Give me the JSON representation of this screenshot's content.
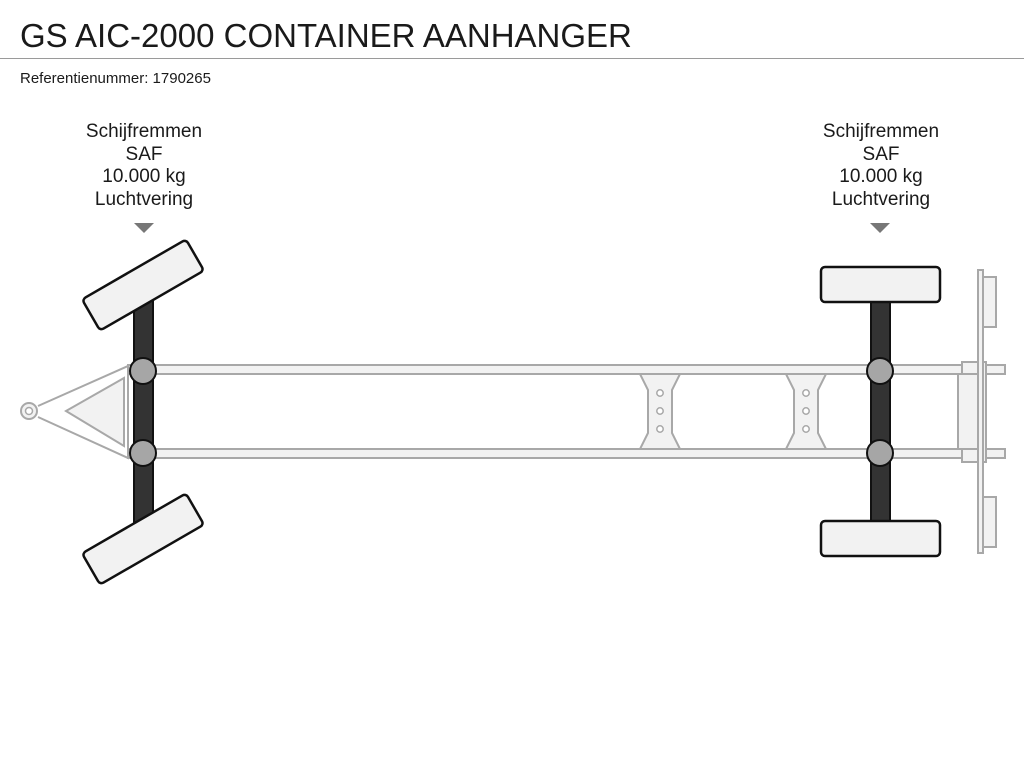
{
  "header": {
    "title": "GS AIC-2000 CONTAINER AANHANGER",
    "reference_label": "Referentienummer: 1790265"
  },
  "axles": [
    {
      "brakes": "Schijfremmen",
      "brand": "SAF",
      "capacity": "10.000 kg",
      "suspension": "Luchtvering",
      "steering": true
    },
    {
      "brakes": "Schijfremmen",
      "brand": "SAF",
      "capacity": "10.000 kg",
      "suspension": "Luchtvering",
      "steering": false
    }
  ],
  "colors": {
    "frame_stroke": "#a8a8a8",
    "frame_fill": "#f2f2f2",
    "wheel_stroke": "#111111",
    "wheel_fill": "#f2f2f2",
    "axle_fill": "#333333",
    "hub_fill": "#a6a6a6",
    "marker_fill": "#777777",
    "rule": "#9a9a9a"
  }
}
